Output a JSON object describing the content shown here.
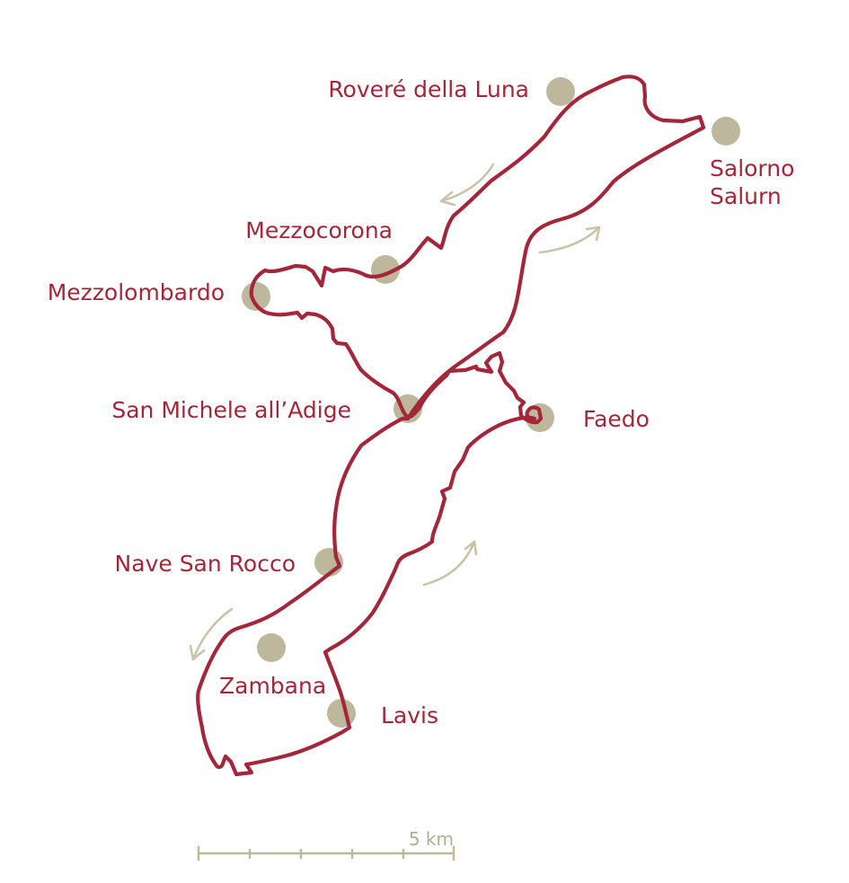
{
  "map": {
    "towns": [
      {
        "id": "rovere",
        "label_lines": [
          "Roveré della Luna"
        ]
      },
      {
        "id": "salorno",
        "label_lines": [
          "Salorno",
          "Salurn"
        ]
      },
      {
        "id": "mezzocorona",
        "label_lines": [
          "Mezzocorona"
        ]
      },
      {
        "id": "mezzolombardo",
        "label_lines": [
          "Mezzolombardo"
        ]
      },
      {
        "id": "sanmichele",
        "label_lines": [
          "San Michele all’Adige"
        ]
      },
      {
        "id": "faedo",
        "label_lines": [
          "Faedo"
        ]
      },
      {
        "id": "navesanrocco",
        "label_lines": [
          "Nave San Rocco"
        ]
      },
      {
        "id": "zambana",
        "label_lines": [
          "Zambana"
        ]
      },
      {
        "id": "lavis",
        "label_lines": [
          "Lavis"
        ]
      }
    ],
    "scale": {
      "label": "5 km"
    },
    "colors": {
      "route": "#a3263a",
      "label": "#a3263a",
      "town_dot": "#bdb89c",
      "arrow": "#c8c3a9",
      "scale": "#bdb89c"
    }
  }
}
